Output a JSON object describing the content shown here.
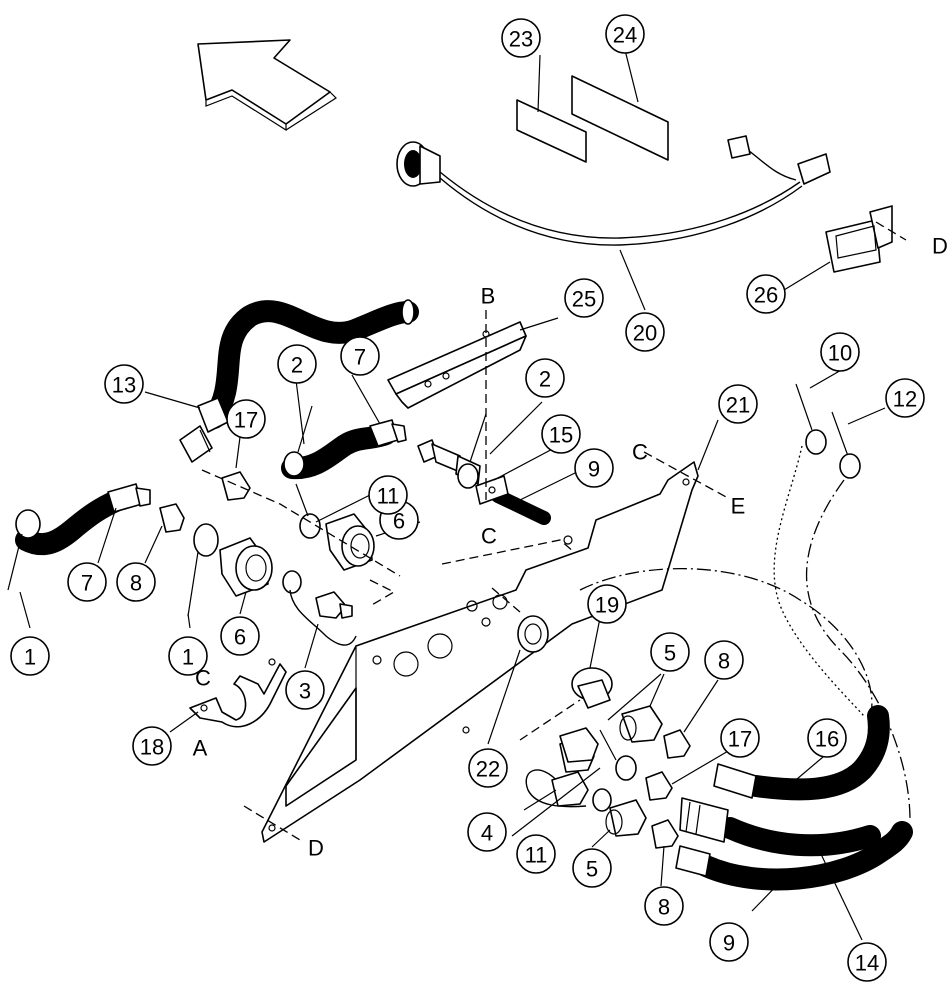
{
  "callouts": [
    {
      "label": "1",
      "part": "pin"
    },
    {
      "label": "1",
      "part": "pin"
    },
    {
      "label": "2",
      "part": "pin"
    },
    {
      "label": "2",
      "part": "pin"
    },
    {
      "label": "3",
      "part": "coupler-plug"
    },
    {
      "label": "4",
      "part": "coupler-plug"
    },
    {
      "label": "5",
      "part": "coupler"
    },
    {
      "label": "5",
      "part": "coupler"
    },
    {
      "label": "6",
      "part": "coupler"
    },
    {
      "label": "6",
      "part": "coupler"
    },
    {
      "label": "7",
      "part": "hose"
    },
    {
      "label": "7",
      "part": "hose"
    },
    {
      "label": "8",
      "part": "adapter"
    },
    {
      "label": "8",
      "part": "adapter"
    },
    {
      "label": "8",
      "part": "adapter"
    },
    {
      "label": "9",
      "part": "hose"
    },
    {
      "label": "9",
      "part": "hose"
    },
    {
      "label": "10",
      "part": "pin"
    },
    {
      "label": "11",
      "part": "pin"
    },
    {
      "label": "11",
      "part": "pin"
    },
    {
      "label": "12",
      "part": "pin"
    },
    {
      "label": "13",
      "part": "hose"
    },
    {
      "label": "14",
      "part": "hose"
    },
    {
      "label": "15",
      "part": "clamp"
    },
    {
      "label": "16",
      "part": "hose"
    },
    {
      "label": "17",
      "part": "adapter"
    },
    {
      "label": "17",
      "part": "adapter"
    },
    {
      "label": "18",
      "part": "clamp"
    },
    {
      "label": "19",
      "part": "dust-cap"
    },
    {
      "label": "20",
      "part": "harness"
    },
    {
      "label": "21",
      "part": "bracket"
    },
    {
      "label": "22",
      "part": "grommet"
    },
    {
      "label": "23",
      "part": "decal"
    },
    {
      "label": "24",
      "part": "decal"
    },
    {
      "label": "25",
      "part": "bracket"
    },
    {
      "label": "26",
      "part": "holder"
    }
  ],
  "reference_letters": [
    {
      "label": "A"
    },
    {
      "label": "B"
    },
    {
      "label": "C"
    },
    {
      "label": "C"
    },
    {
      "label": "C"
    },
    {
      "label": "D"
    },
    {
      "label": "D"
    },
    {
      "label": "E"
    }
  ],
  "colors": {
    "ink": "#000000",
    "paper": "#ffffff"
  }
}
